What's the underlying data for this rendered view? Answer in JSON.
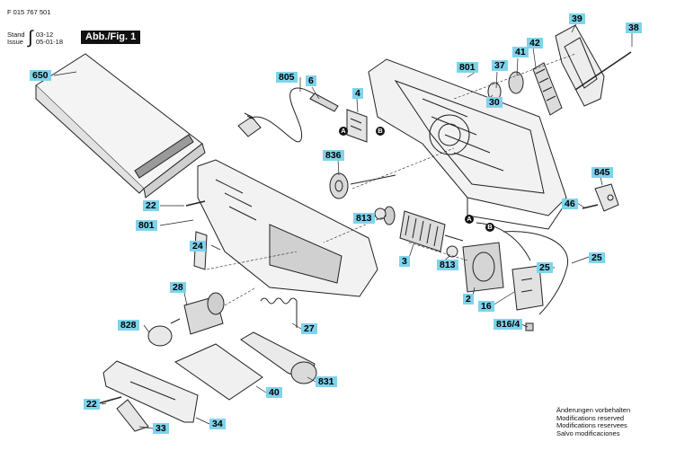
{
  "header": {
    "doc_number": "F 015 767 501",
    "stand_label": "Stand",
    "stand_value": "03-12",
    "issue_label": "Issue",
    "issue_value": "05-01-18",
    "figure_label": "Abb./Fig. 1"
  },
  "parts": {
    "p650": "650",
    "p805": "805",
    "p6": "6",
    "p4": "4",
    "p801a": "801",
    "p37": "37",
    "p41": "41",
    "p42": "42",
    "p39": "39",
    "p38": "38",
    "p30": "30",
    "p836": "836",
    "p845": "845",
    "p22a": "22",
    "p801b": "801",
    "p46": "46",
    "p813a": "813",
    "p24": "24",
    "p25a": "25",
    "p3": "3",
    "p813b": "813",
    "p25b": "25",
    "p28": "28",
    "p2": "2",
    "p16": "16",
    "p828": "828",
    "p8164": "816/4",
    "p27": "27",
    "p831": "831",
    "p40": "40",
    "p22b": "22",
    "p34": "34",
    "p33": "33"
  },
  "markers": {
    "a1": "A",
    "b1": "B",
    "a2": "A",
    "b2": "B"
  },
  "notes": [
    "Änderungen vorbehalten",
    "Modifications reserved",
    "Modifications reservees",
    "Salvo modificaciones"
  ],
  "colors": {
    "label_bg": "#7fd3ec",
    "line": "#222222",
    "fill": "#e6e6e6"
  }
}
